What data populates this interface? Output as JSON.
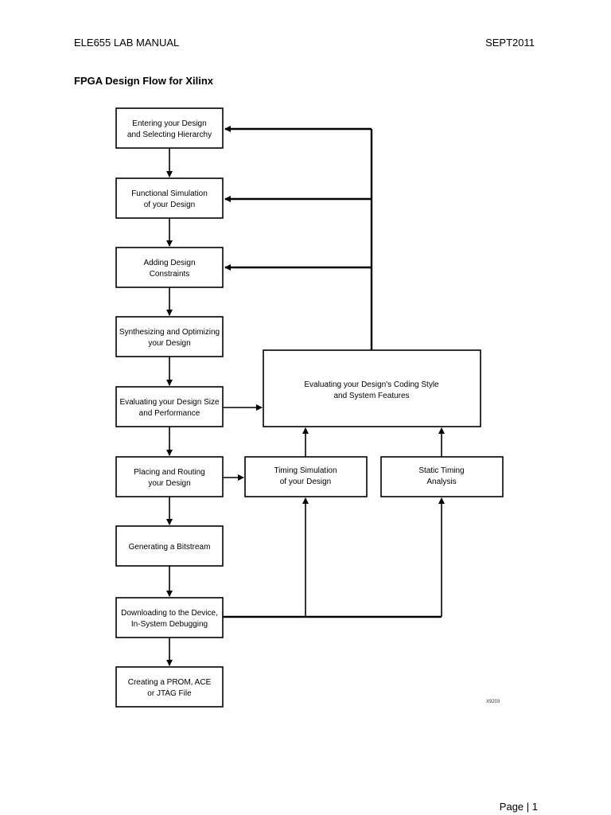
{
  "header": {
    "left": "ELE655 LAB MANUAL",
    "right": "SEPT2011"
  },
  "title": "FPGA Design Flow for Xilinx",
  "footer": {
    "page": "Page | 1"
  },
  "diagram": {
    "steps": [
      {
        "line1": "Entering your Design",
        "line2": "and Selecting Hierarchy"
      },
      {
        "line1": "Functional Simulation",
        "line2": "of your Design"
      },
      {
        "line1": "Adding Design",
        "line2": "Constraints"
      },
      {
        "line1": "Synthesizing and Optimizing",
        "line2": "your Design"
      },
      {
        "line1": "Evaluating your Design Size",
        "line2": "and Performance"
      },
      {
        "line1": "Placing and Routing",
        "line2": "your Design"
      },
      {
        "line1": "Generating a Bitstream",
        "line2": ""
      },
      {
        "line1": "Downloading to the Device,",
        "line2": "In-System Debugging"
      },
      {
        "line1": "Creating a PROM, ACE",
        "line2": "or JTAG File"
      }
    ],
    "evaluate": {
      "line1": "Evaluating your Design's Coding Style",
      "line2": "and System Features"
    },
    "timing_sim": {
      "line1": "Timing Simulation",
      "line2": "of your Design"
    },
    "static_timing": {
      "line1": "Static Timing",
      "line2": "Analysis"
    },
    "figure_code": "X9203"
  }
}
